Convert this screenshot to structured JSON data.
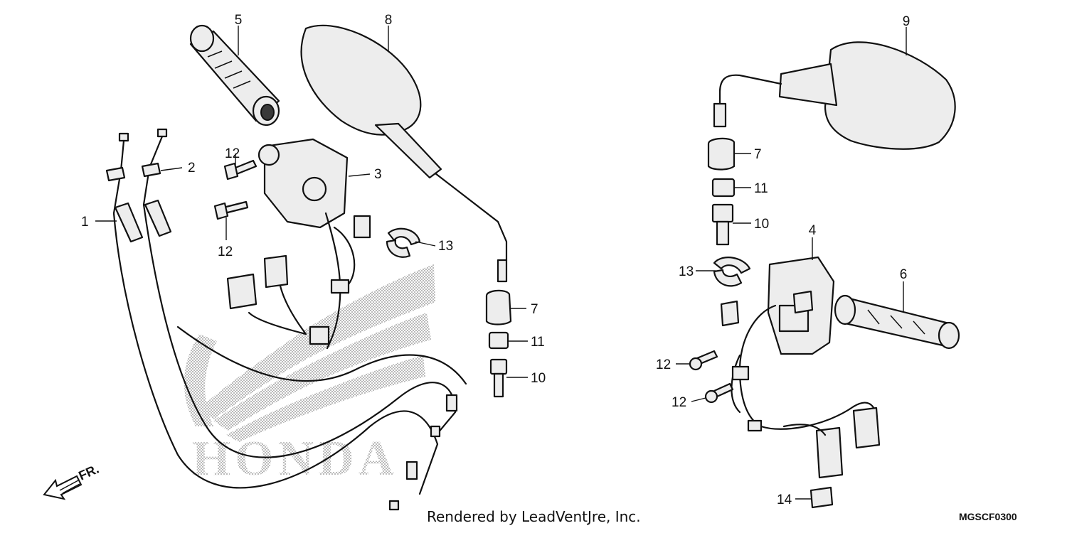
{
  "diagram": {
    "callouts": [
      {
        "id": "c1",
        "label": "1"
      },
      {
        "id": "c2",
        "label": "2"
      },
      {
        "id": "c3",
        "label": "3"
      },
      {
        "id": "c4",
        "label": "4"
      },
      {
        "id": "c5",
        "label": "5"
      },
      {
        "id": "c6",
        "label": "6"
      },
      {
        "id": "c7a",
        "label": "7"
      },
      {
        "id": "c7b",
        "label": "7"
      },
      {
        "id": "c8",
        "label": "8"
      },
      {
        "id": "c9",
        "label": "9"
      },
      {
        "id": "c10a",
        "label": "10"
      },
      {
        "id": "c10b",
        "label": "10"
      },
      {
        "id": "c11a",
        "label": "11"
      },
      {
        "id": "c11b",
        "label": "11"
      },
      {
        "id": "c12a",
        "label": "12"
      },
      {
        "id": "c12b",
        "label": "12"
      },
      {
        "id": "c12c",
        "label": "12"
      },
      {
        "id": "c12d",
        "label": "12"
      },
      {
        "id": "c13a",
        "label": "13"
      },
      {
        "id": "c13b",
        "label": "13"
      },
      {
        "id": "c14",
        "label": "14"
      }
    ],
    "direction_label": "FR.",
    "watermark_text": "HONDA"
  },
  "footer": {
    "credit": "Rendered by LeadVentJre, Inc.",
    "diagram_code": "MGSCF0300"
  }
}
